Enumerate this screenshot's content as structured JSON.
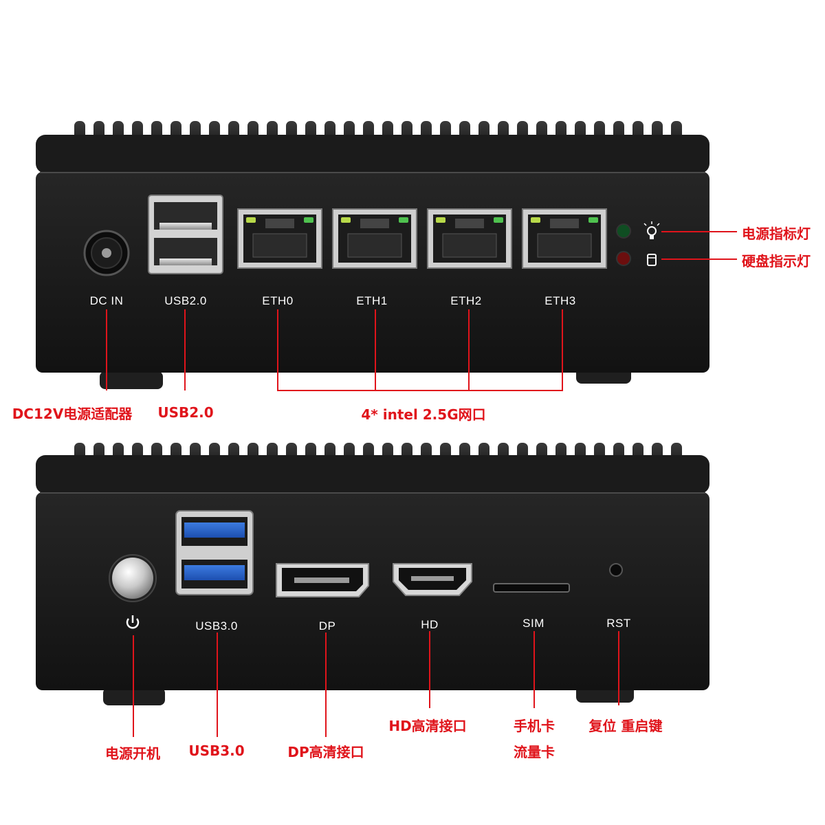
{
  "colors": {
    "annotation": "#e0141b",
    "chassis": "#151515",
    "port_label": "#ffffff"
  },
  "top_panel": {
    "ports": {
      "dc_in": "DC IN",
      "usb2": "USB2.0",
      "eth0": "ETH0",
      "eth1": "ETH1",
      "eth2": "ETH2",
      "eth3": "ETH3"
    },
    "indicator_icons": {
      "power": "bulb-icon",
      "disk": "disk-icon"
    },
    "annotations": {
      "power_led": "电源指标灯",
      "disk_led": "硬盘指示灯",
      "dc_adapter": "DC12V电源适配器",
      "usb2": "USB2.0",
      "ethernet": "4* intel 2.5G网口"
    }
  },
  "bottom_panel": {
    "ports": {
      "usb3": "USB3.0",
      "dp": "DP",
      "hd": "HD",
      "sim": "SIM",
      "rst": "RST"
    },
    "power_icon": "power-icon",
    "annotations": {
      "power_button": "电源开机",
      "usb3": "USB3.0",
      "dp": "DP高清接口",
      "hd": "HD高清接口",
      "sim_line1": "手机卡",
      "sim_line2": "流量卡",
      "reset": "复位 重启键"
    }
  }
}
